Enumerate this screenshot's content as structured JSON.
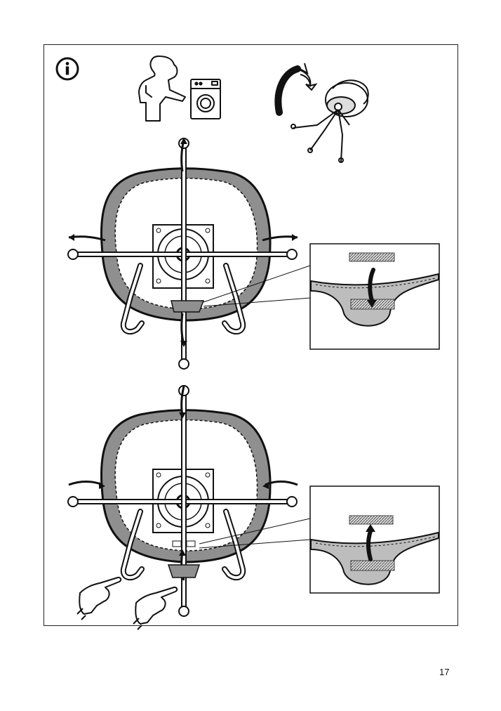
{
  "document": {
    "page_number": "17",
    "icons": [
      "info-icon",
      "person-washing-machine-icon",
      "rotate-chair-icon"
    ],
    "steps": [
      "remove-cover-step",
      "reattach-cover-step"
    ]
  }
}
